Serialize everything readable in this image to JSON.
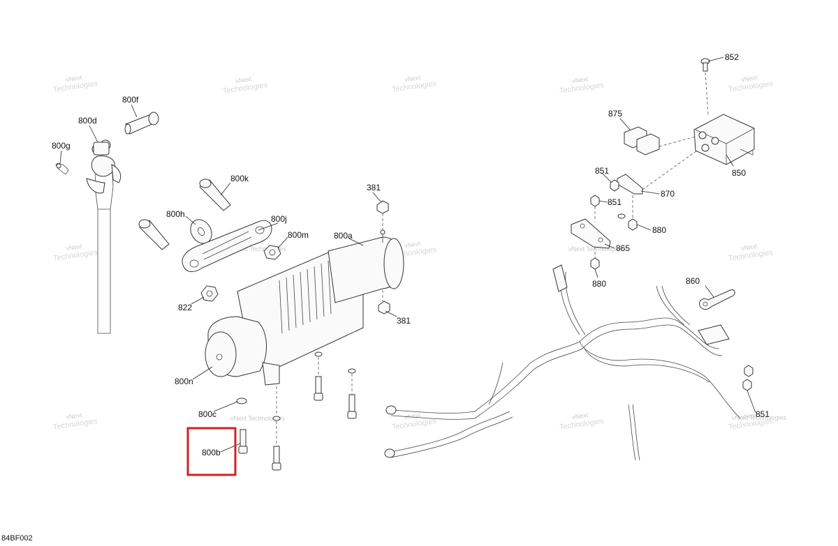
{
  "figure_code": "84BF002",
  "watermark": {
    "line1": "vNext",
    "line2": "Technologies",
    "line3": "vNext Technologies"
  },
  "callouts": {
    "p852": "852",
    "p875": "875",
    "p850": "850",
    "p851a": "851",
    "p870": "870",
    "p851b": "851",
    "p880a": "880",
    "p865": "865",
    "p880b": "880",
    "p860": "860",
    "p851c": "851",
    "p800f": "800f",
    "p800d": "800d",
    "p800g": "800g",
    "p800k": "800k",
    "p800h": "800h",
    "p800j": "800j",
    "p800m": "800m",
    "p800a": "800a",
    "p381a": "381",
    "p381b": "381",
    "p822": "822",
    "p800n": "800n",
    "p800c": "800c",
    "p800b": "800b"
  },
  "highlight": {
    "target": "800b",
    "color": "#d42020"
  }
}
